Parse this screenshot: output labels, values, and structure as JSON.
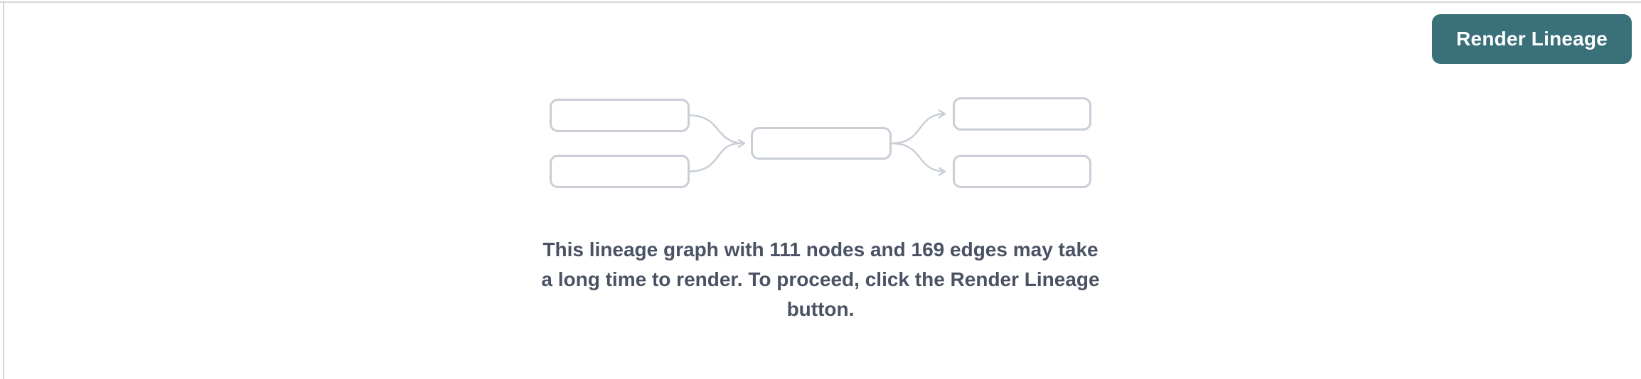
{
  "colors": {
    "accent": "#39707a",
    "panel_border": "#d8d8db",
    "graph_stroke": "#c9ced7",
    "message_text": "#4a5263",
    "button_text": "#ffffff"
  },
  "toolbar": {
    "render_lineage_label": "Render Lineage"
  },
  "empty_state": {
    "node_count": "111",
    "edge_count": "169",
    "message_lines": [
      "This lineage graph with 111 nodes and 169 edges may take",
      "a long time to render. To proceed, click the Render Lineage",
      "button."
    ]
  }
}
